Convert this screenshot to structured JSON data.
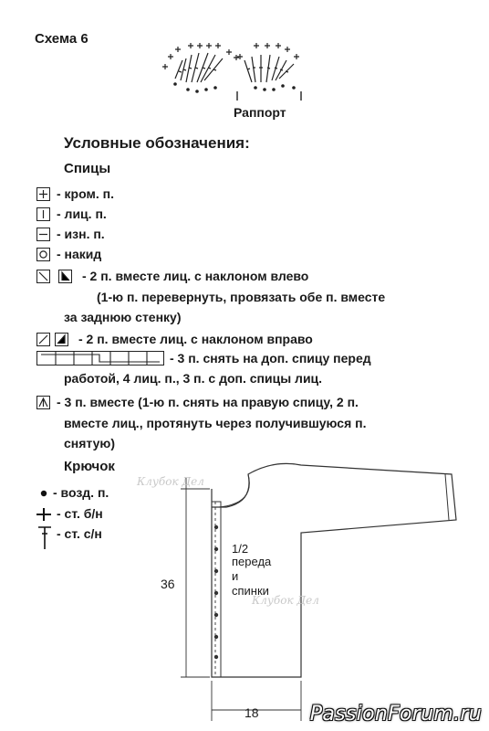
{
  "scheme_title": "Схема 6",
  "repeat_label": "Раппорт",
  "legend_title": "Условные обозначения:",
  "knitting_title": "Спицы",
  "knitting": {
    "edge": "- кром. п.",
    "knit": "- лиц. п.",
    "purl": "- изн. п.",
    "yarn_over": "- накид",
    "k2tog_left_1": "- 2 п. вместе лиц. с наклоном влево",
    "k2tog_left_2": "(1-ю п. перевернуть, провязать обе п. вместе",
    "k2tog_left_3": "за заднюю стенку)",
    "k2tog_right": "- 2 п. вместе лиц. с наклоном вправо",
    "cable_1": "- 3 п. снять на доп. спицу перед",
    "cable_2": "работой, 4 лиц. п., 3 п. с доп. спицы лиц.",
    "k3tog_1": "- 3 п. вместе (1-ю п. снять на правую спицу, 2 п.",
    "k3tog_2": "вместе лиц., протянуть через получившуюся п.",
    "k3tog_3": "снятую)"
  },
  "crochet_title": "Крючок",
  "crochet": {
    "chain": "- возд. п.",
    "sc": "- ст. б/н",
    "dc": "- ст. с/н"
  },
  "pattern": {
    "label_1": "1/2",
    "label_2": "переда",
    "label_3": "и",
    "label_4": "спинки",
    "dim_height": "36",
    "dim_width": "18"
  },
  "watermark": "Клубок Дел",
  "site_watermark": "PassionForum.ru"
}
